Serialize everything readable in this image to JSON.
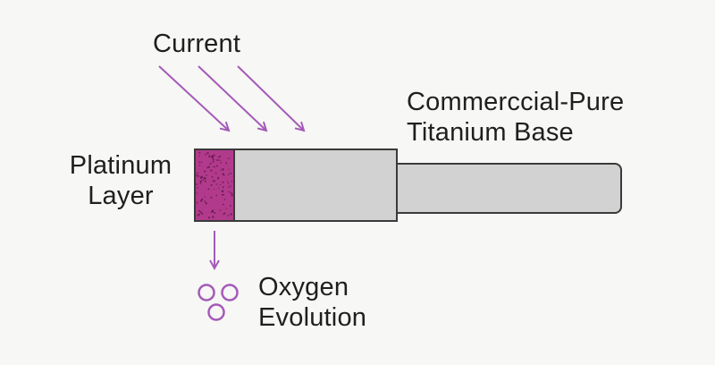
{
  "labels": {
    "current": "Current",
    "base_line1": "Commerccial-Pure",
    "base_line2": "Titanium Base",
    "platinum_line1": "Platinum",
    "platinum_line2": "Layer",
    "oxygen_line1": "Oxygen",
    "oxygen_line2": "Evolution"
  },
  "colors": {
    "background": "#f7f7f5",
    "accent_purple": "#a45ab8",
    "platinum_fill": "#b23a8c",
    "platinum_dots": "#5e1848",
    "titanium_fill": "#d2d2d2",
    "outline": "#3a3a3a",
    "text": "#1f1f1f"
  }
}
